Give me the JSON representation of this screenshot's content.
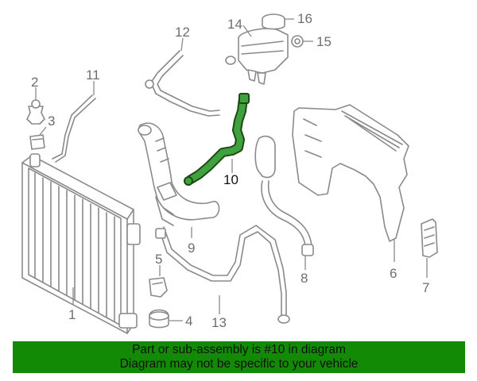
{
  "labels": {
    "l1": "1",
    "l2": "2",
    "l3": "3",
    "l4": "4",
    "l5": "5",
    "l6": "6",
    "l7": "7",
    "l8": "8",
    "l9": "9",
    "l10": "10",
    "l11": "11",
    "l12": "12",
    "l13": "13",
    "l14": "14",
    "l15": "15",
    "l16": "16"
  },
  "highlight_color": "#3fa13f",
  "banner": {
    "line1": "Part or sub-assembly is #10 in diagram",
    "line2": "Diagram may not be specific to your vehicle",
    "background": "#138a06"
  }
}
